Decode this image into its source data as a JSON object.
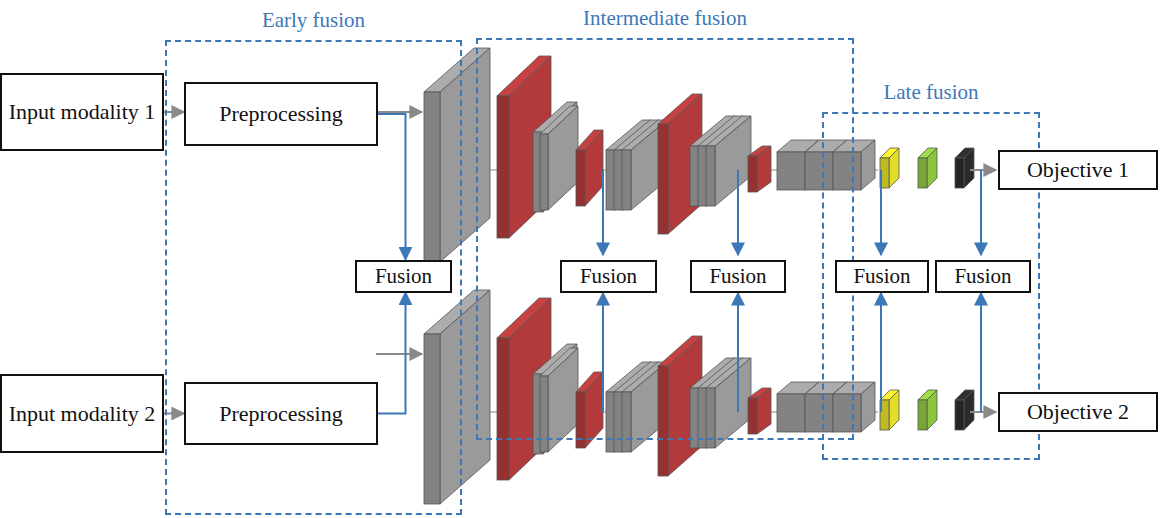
{
  "diagram": {
    "nodes": [
      {
        "text": [
          "Input modality 1"
        ]
      },
      {
        "text": [
          "Early fusion"
        ]
      },
      {
        "text": [
          "Preprocessing"
        ],
        "in": 1
      },
      {
        "text": [
          "Fusion"
        ],
        "in": 1
      },
      {
        "text": [
          "Input modality 2"
        ]
      },
      {
        "text": [
          "Preprocessing"
        ],
        "in": 1
      },
      {
        "text": [
          "Intermediate fusion"
        ]
      },
      {
        "text": [
          "Fusion"
        ],
        "in": 6
      },
      {
        "text": [
          "Fusion"
        ],
        "in": 6
      },
      {
        "text": [
          "Late fusion"
        ]
      },
      {
        "text": [
          "Fusion"
        ],
        "in": 9
      },
      {
        "text": [
          "Fusion"
        ],
        "in": 9
      },
      {
        "text": [
          "Objective 1"
        ]
      },
      {
        "text": [
          "Objective 2"
        ]
      }
    ],
    "edges": [
      {
        "from": 0,
        "to": 2,
        "arrow": "to"
      },
      {
        "from": 4,
        "to": 5,
        "arrow": "to"
      },
      {
        "from": 2,
        "to": 3,
        "arrow": "to"
      },
      {
        "from": 5,
        "to": 3,
        "arrow": "to"
      }
    ]
  }
}
